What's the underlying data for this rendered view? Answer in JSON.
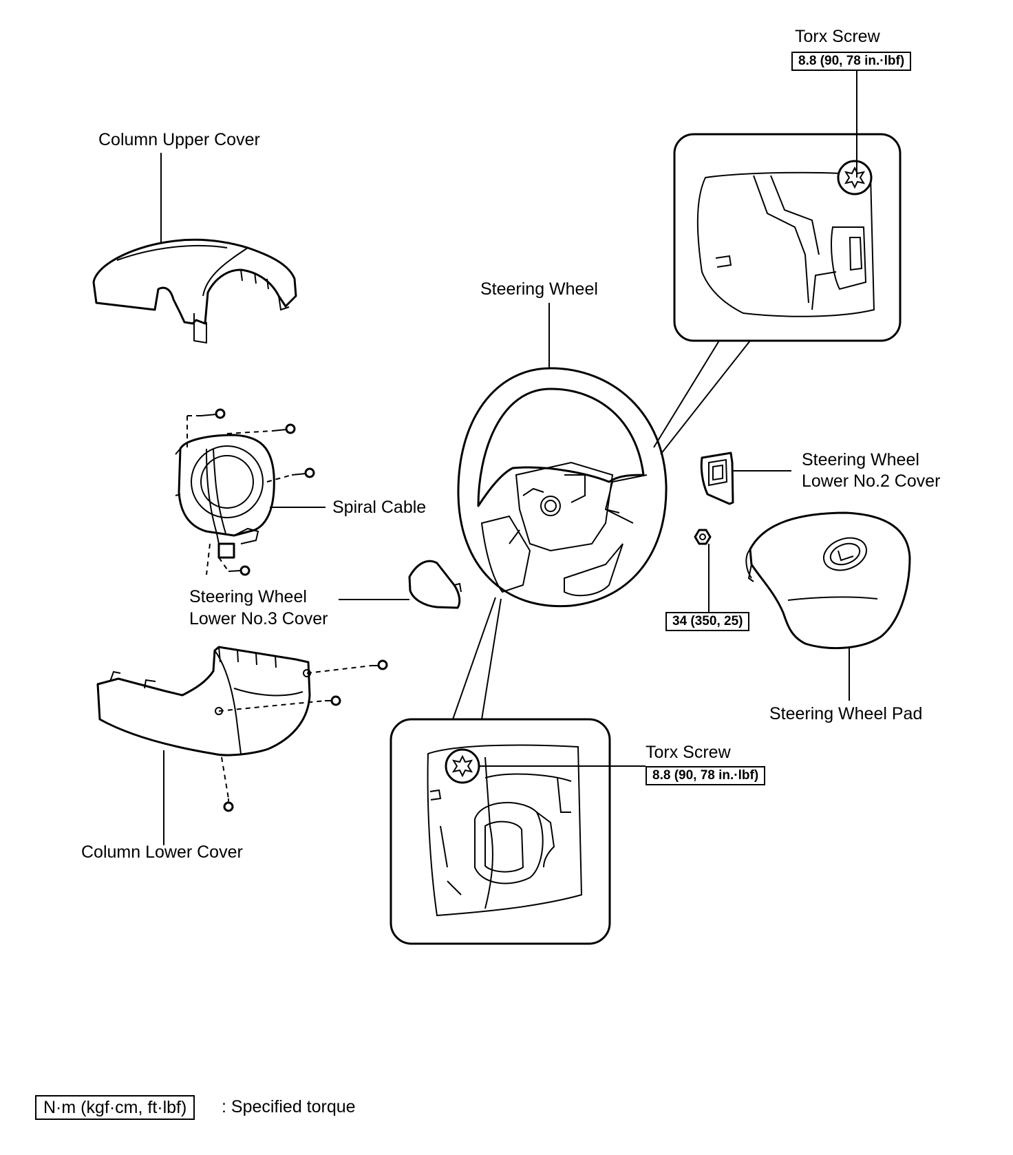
{
  "labels": {
    "torx_screw_top": "Torx Screw",
    "torque_top": "8.8 (90, 78 in.·lbf)",
    "column_upper_cover": "Column Upper Cover",
    "steering_wheel": "Steering Wheel",
    "spiral_cable": "Spiral Cable",
    "lower_no2_cover_line1": "Steering Wheel",
    "lower_no2_cover_line2": "Lower No.2 Cover",
    "lower_no3_cover_line1": "Steering Wheel",
    "lower_no3_cover_line2": "Lower No.3 Cover",
    "torque_pad_nut": "34 (350, 25)",
    "steering_wheel_pad": "Steering Wheel Pad",
    "torx_screw_bottom": "Torx Screw",
    "torque_bottom": "8.8 (90, 78 in.·lbf)",
    "column_lower_cover": "Column Lower Cover"
  },
  "legend": {
    "unit_box": "N·m (kgf·cm, ft·lbf)",
    "description": ": Specified torque"
  },
  "icons": [
    "torx-screw-icon",
    "nut-icon",
    "lexus-emblem-icon",
    "screw-icon"
  ]
}
